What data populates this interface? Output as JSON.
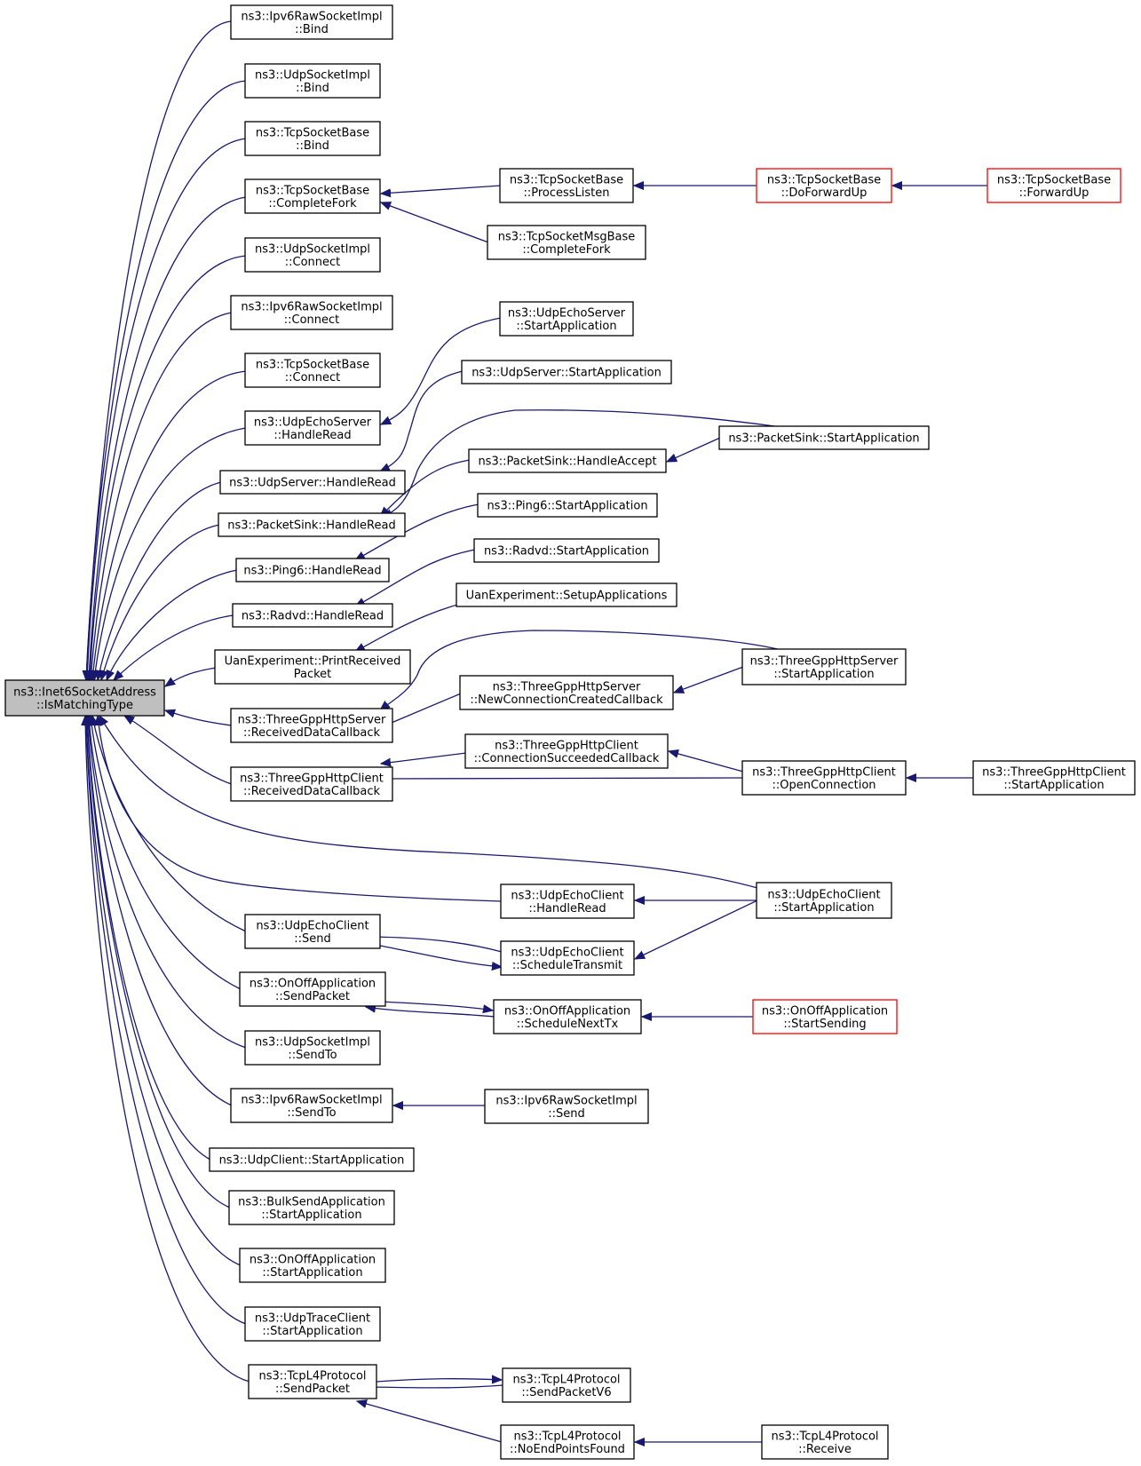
{
  "diagram": {
    "type": "call-graph",
    "colors": {
      "edge": "#191970",
      "root_fill": "#bfbfbf",
      "truncated_border": "#ff0000",
      "border": "#000000"
    },
    "nodes": [
      {
        "id": "root",
        "lines": [
          "ns3::Inet6SocketAddress",
          "::IsMatchingType"
        ],
        "style": "root"
      },
      {
        "id": "ipv6raw_bind",
        "lines": [
          "ns3::Ipv6RawSocketImpl",
          "::Bind"
        ]
      },
      {
        "id": "udpsock_bind",
        "lines": [
          "ns3::UdpSocketImpl",
          "::Bind"
        ]
      },
      {
        "id": "tcpbase_bind",
        "lines": [
          "ns3::TcpSocketBase",
          "::Bind"
        ]
      },
      {
        "id": "tcpbase_cfork",
        "lines": [
          "ns3::TcpSocketBase",
          "::CompleteFork"
        ]
      },
      {
        "id": "udpsock_connect",
        "lines": [
          "ns3::UdpSocketImpl",
          "::Connect"
        ]
      },
      {
        "id": "ipv6raw_connect",
        "lines": [
          "ns3::Ipv6RawSocketImpl",
          "::Connect"
        ]
      },
      {
        "id": "tcpbase_connect",
        "lines": [
          "ns3::TcpSocketBase",
          "::Connect"
        ]
      },
      {
        "id": "echoserver_hr",
        "lines": [
          "ns3::UdpEchoServer",
          "::HandleRead"
        ]
      },
      {
        "id": "udpserver_hr",
        "lines": [
          "ns3::UdpServer::HandleRead"
        ]
      },
      {
        "id": "sink_hr",
        "lines": [
          "ns3::PacketSink::HandleRead"
        ]
      },
      {
        "id": "ping6_hr",
        "lines": [
          "ns3::Ping6::HandleRead"
        ]
      },
      {
        "id": "radvd_hr",
        "lines": [
          "ns3::Radvd::HandleRead"
        ]
      },
      {
        "id": "uan_pr",
        "lines": [
          "UanExperiment::PrintReceived",
          "Packet"
        ]
      },
      {
        "id": "httpserver_rdc",
        "lines": [
          "ns3::ThreeGppHttpServer",
          "::ReceivedDataCallback"
        ]
      },
      {
        "id": "httpclient_rdc",
        "lines": [
          "ns3::ThreeGppHttpClient",
          "::ReceivedDataCallback"
        ]
      },
      {
        "id": "echoclient_send",
        "lines": [
          "ns3::UdpEchoClient",
          "::Send"
        ]
      },
      {
        "id": "onoff_sendpacket",
        "lines": [
          "ns3::OnOffApplication",
          "::SendPacket"
        ]
      },
      {
        "id": "udpsock_sendto",
        "lines": [
          "ns3::UdpSocketImpl",
          "::SendTo"
        ]
      },
      {
        "id": "ipv6raw_sendto",
        "lines": [
          "ns3::Ipv6RawSocketImpl",
          "::SendTo"
        ]
      },
      {
        "id": "udpclient_start",
        "lines": [
          "ns3::UdpClient::StartApplication"
        ]
      },
      {
        "id": "bulk_start",
        "lines": [
          "ns3::BulkSendApplication",
          "::StartApplication"
        ]
      },
      {
        "id": "onoff_start",
        "lines": [
          "ns3::OnOffApplication",
          "::StartApplication"
        ]
      },
      {
        "id": "trace_start",
        "lines": [
          "ns3::UdpTraceClient",
          "::StartApplication"
        ]
      },
      {
        "id": "tcpl4_sendpacket",
        "lines": [
          "ns3::TcpL4Protocol",
          "::SendPacket"
        ]
      },
      {
        "id": "tcpbase_plisten",
        "lines": [
          "ns3::TcpSocketBase",
          "::ProcessListen"
        ]
      },
      {
        "id": "tcpmsg_cfork",
        "lines": [
          "ns3::TcpSocketMsgBase",
          "::CompleteFork"
        ]
      },
      {
        "id": "echoserver_start",
        "lines": [
          "ns3::UdpEchoServer",
          "::StartApplication"
        ]
      },
      {
        "id": "udpserver_start",
        "lines": [
          "ns3::UdpServer::StartApplication"
        ]
      },
      {
        "id": "sink_accept",
        "lines": [
          "ns3::PacketSink::HandleAccept"
        ]
      },
      {
        "id": "ping6_start",
        "lines": [
          "ns3::Ping6::StartApplication"
        ]
      },
      {
        "id": "radvd_start",
        "lines": [
          "ns3::Radvd::StartApplication"
        ]
      },
      {
        "id": "uan_setup",
        "lines": [
          "UanExperiment::SetupApplications"
        ]
      },
      {
        "id": "httpserver_ncc",
        "lines": [
          "ns3::ThreeGppHttpServer",
          "::NewConnectionCreatedCallback"
        ]
      },
      {
        "id": "httpclient_csc",
        "lines": [
          "ns3::ThreeGppHttpClient",
          "::ConnectionSucceededCallback"
        ]
      },
      {
        "id": "echoclient_hr",
        "lines": [
          "ns3::UdpEchoClient",
          "::HandleRead"
        ]
      },
      {
        "id": "echoclient_st",
        "lines": [
          "ns3::UdpEchoClient",
          "::ScheduleTransmit"
        ]
      },
      {
        "id": "onoff_snt",
        "lines": [
          "ns3::OnOffApplication",
          "::ScheduleNextTx"
        ]
      },
      {
        "id": "ipv6raw_send",
        "lines": [
          "ns3::Ipv6RawSocketImpl",
          "::Send"
        ]
      },
      {
        "id": "tcpl4_v6",
        "lines": [
          "ns3::TcpL4Protocol",
          "::SendPacketV6"
        ]
      },
      {
        "id": "tcpl4_nepf",
        "lines": [
          "ns3::TcpL4Protocol",
          "::NoEndPointsFound"
        ]
      },
      {
        "id": "tcpbase_dfu",
        "lines": [
          "ns3::TcpSocketBase",
          "::DoForwardUp"
        ],
        "style": "red"
      },
      {
        "id": "sink_start",
        "lines": [
          "ns3::PacketSink::StartApplication"
        ]
      },
      {
        "id": "httpserver_start",
        "lines": [
          "ns3::ThreeGppHttpServer",
          "::StartApplication"
        ]
      },
      {
        "id": "httpclient_open",
        "lines": [
          "ns3::ThreeGppHttpClient",
          "::OpenConnection"
        ]
      },
      {
        "id": "echoclient_start",
        "lines": [
          "ns3::UdpEchoClient",
          "::StartApplication"
        ]
      },
      {
        "id": "onoff_ss",
        "lines": [
          "ns3::OnOffApplication",
          "::StartSending"
        ],
        "style": "red"
      },
      {
        "id": "tcpl4_receive",
        "lines": [
          "ns3::TcpL4Protocol",
          "::Receive"
        ]
      },
      {
        "id": "tcpbase_fu",
        "lines": [
          "ns3::TcpSocketBase",
          "::ForwardUp"
        ],
        "style": "red"
      },
      {
        "id": "httpclient_start",
        "lines": [
          "ns3::ThreeGppHttpClient",
          "::StartApplication"
        ]
      }
    ],
    "edges": [
      [
        "ipv6raw_bind",
        "root"
      ],
      [
        "udpsock_bind",
        "root"
      ],
      [
        "tcpbase_bind",
        "root"
      ],
      [
        "tcpbase_cfork",
        "root"
      ],
      [
        "udpsock_connect",
        "root"
      ],
      [
        "ipv6raw_connect",
        "root"
      ],
      [
        "tcpbase_connect",
        "root"
      ],
      [
        "echoserver_hr",
        "root"
      ],
      [
        "udpserver_hr",
        "root"
      ],
      [
        "sink_hr",
        "root"
      ],
      [
        "ping6_hr",
        "root"
      ],
      [
        "radvd_hr",
        "root"
      ],
      [
        "uan_pr",
        "root"
      ],
      [
        "httpserver_rdc",
        "root"
      ],
      [
        "httpclient_rdc",
        "root"
      ],
      [
        "echoclient_send",
        "root"
      ],
      [
        "onoff_sendpacket",
        "root"
      ],
      [
        "udpsock_sendto",
        "root"
      ],
      [
        "ipv6raw_sendto",
        "root"
      ],
      [
        "udpclient_start",
        "root"
      ],
      [
        "bulk_start",
        "root"
      ],
      [
        "onoff_start",
        "root"
      ],
      [
        "trace_start",
        "root"
      ],
      [
        "tcpl4_sendpacket",
        "root"
      ],
      [
        "echoclient_hr",
        "root"
      ],
      [
        "echoclient_start",
        "root"
      ],
      [
        "tcpbase_plisten",
        "tcpbase_cfork"
      ],
      [
        "tcpmsg_cfork",
        "tcpbase_cfork"
      ],
      [
        "tcpbase_dfu",
        "tcpbase_plisten"
      ],
      [
        "tcpbase_fu",
        "tcpbase_dfu"
      ],
      [
        "echoserver_start",
        "echoserver_hr"
      ],
      [
        "udpserver_start",
        "udpserver_hr"
      ],
      [
        "sink_accept",
        "sink_hr"
      ],
      [
        "sink_start",
        "sink_hr"
      ],
      [
        "sink_start",
        "sink_accept"
      ],
      [
        "ping6_start",
        "ping6_hr"
      ],
      [
        "radvd_start",
        "radvd_hr"
      ],
      [
        "uan_setup",
        "uan_pr"
      ],
      [
        "httpserver_start",
        "httpserver_rdc"
      ],
      [
        "httpserver_ncc",
        "httpserver_rdc"
      ],
      [
        "httpserver_start",
        "httpserver_ncc"
      ],
      [
        "httpclient_csc",
        "httpclient_rdc"
      ],
      [
        "httpclient_open",
        "httpclient_rdc"
      ],
      [
        "httpclient_open",
        "httpclient_csc"
      ],
      [
        "httpclient_start",
        "httpclient_open"
      ],
      [
        "echoclient_start",
        "echoclient_hr"
      ],
      [
        "echoclient_start",
        "echoclient_st"
      ],
      [
        "echoclient_st",
        "echoclient_send"
      ],
      [
        "echoclient_send",
        "echoclient_st"
      ],
      [
        "onoff_snt",
        "onoff_sendpacket"
      ],
      [
        "onoff_sendpacket",
        "onoff_snt"
      ],
      [
        "onoff_ss",
        "onoff_snt"
      ],
      [
        "ipv6raw_send",
        "ipv6raw_sendto"
      ],
      [
        "tcpl4_v6",
        "tcpl4_sendpacket"
      ],
      [
        "tcpl4_sendpacket",
        "tcpl4_v6"
      ],
      [
        "tcpl4_nepf",
        "tcpl4_sendpacket"
      ],
      [
        "tcpl4_receive",
        "tcpl4_nepf"
      ]
    ]
  }
}
